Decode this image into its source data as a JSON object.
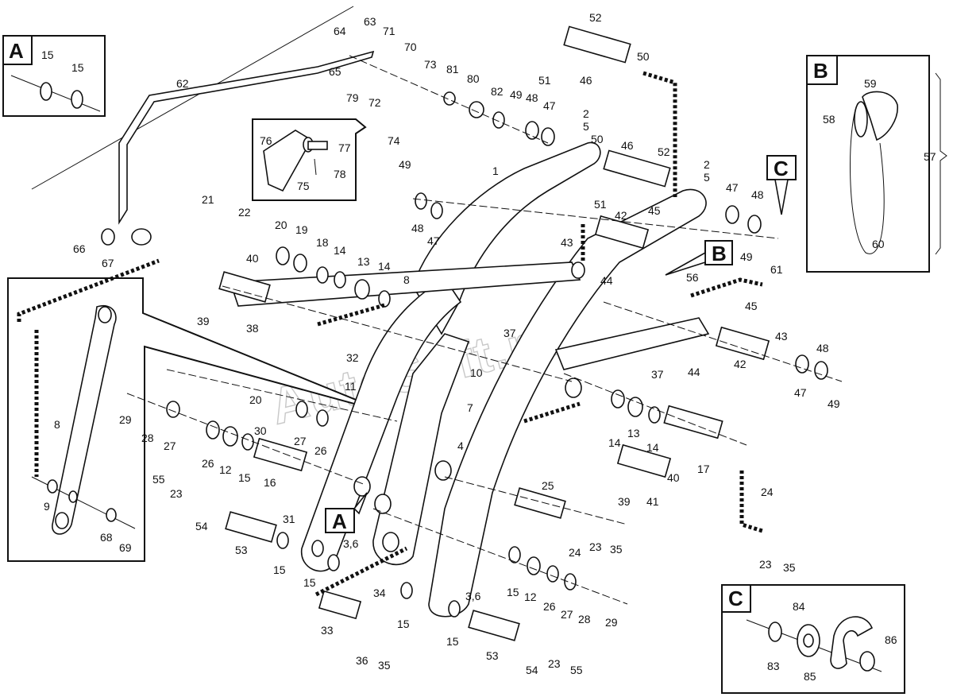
{
  "watermark": "AutoSoft.ru",
  "insets": {
    "A": "A",
    "B": "B",
    "C": "C"
  },
  "callouts": {
    "A": "A",
    "B": "B",
    "C": "C"
  },
  "labels": [
    "52",
    "63",
    "64",
    "71",
    "70",
    "65",
    "73",
    "81",
    "80",
    "50",
    "51",
    "46",
    "79",
    "72",
    "62",
    "82",
    "49",
    "48",
    "47",
    "15",
    "15",
    "76",
    "77",
    "74",
    "78",
    "75",
    "2",
    "5",
    "50",
    "46",
    "52",
    "2",
    "5",
    "47",
    "48",
    "59",
    "58",
    "57",
    "49",
    "1",
    "51",
    "21",
    "22",
    "42",
    "45",
    "43",
    "48",
    "47",
    "49",
    "60",
    "20",
    "19",
    "18",
    "14",
    "66",
    "67",
    "40",
    "13",
    "14",
    "8",
    "44",
    "56",
    "61",
    "39",
    "38",
    "37",
    "45",
    "43",
    "32",
    "10",
    "48",
    "11",
    "44",
    "42",
    "47",
    "49",
    "20",
    "7",
    "37",
    "29",
    "28",
    "27",
    "30",
    "27",
    "26",
    "14",
    "13",
    "14",
    "8",
    "26",
    "12",
    "15",
    "4",
    "40",
    "17",
    "55",
    "16",
    "23",
    "25",
    "39",
    "41",
    "24",
    "9",
    "54",
    "31",
    "53",
    "24",
    "23",
    "35",
    "68",
    "69",
    "3,6",
    "15",
    "15",
    "23",
    "35",
    "34",
    "15",
    "12",
    "26",
    "27",
    "28",
    "33",
    "15",
    "3,6",
    "29",
    "36",
    "35",
    "15",
    "53",
    "54",
    "23",
    "55",
    "84",
    "86",
    "83",
    "85"
  ]
}
